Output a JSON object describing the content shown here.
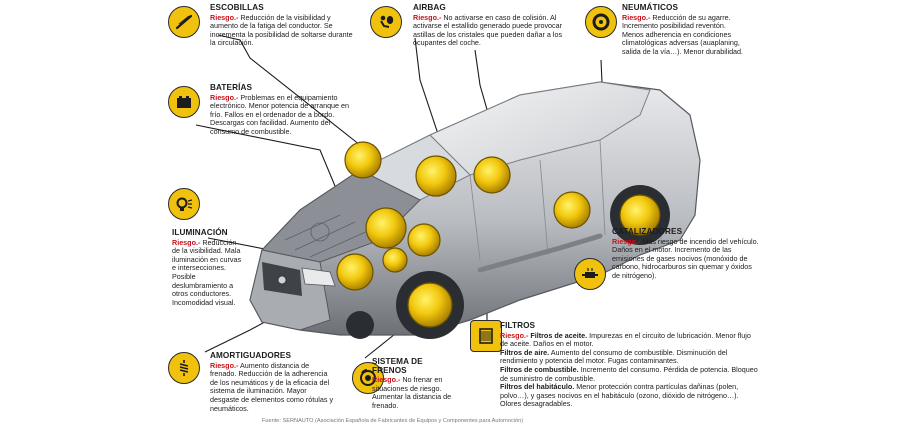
{
  "callouts": {
    "escobillas": {
      "title": "ESCOBILLAS",
      "risk": "Riesgo.-",
      "text": "Reducción de la visibilidad y aumento de la fatiga del conductor. Se incrementa la posibilidad de soltarse durante la circulación."
    },
    "airbag": {
      "title": "AIRBAG",
      "risk": "Riesgo.-",
      "text": "No activarse en caso de colisión. Al activarse el estallido generado puede provocar astillas de los cristales que pueden dañar a los ocupantes del coche."
    },
    "neumaticos": {
      "title": "NEUMÁTICOS",
      "risk": "Riesgo.-",
      "text": "Reducción de su agarre. Incremento posibilidad reventón. Menos adherencia en condiciones climatológicas adversas (auaplaning, salida de la vía…). Menor durabilidad."
    },
    "baterias": {
      "title": "BATERÍAS",
      "risk": "Riesgo.-",
      "text": "Problemas en el equipamiento electrónico. Menor potencia de arranque en frío. Fallos en el ordenador de a bordo. Descargas con facilidad. Aumento del consumo de combustible."
    },
    "iluminacion": {
      "title": "ILUMINACIÓN",
      "risk": "Riesgo.-",
      "text": "Reducción de la visibilidad. Mala iluminación en curvas e intersecciones. Posible deslumbramiento a otros conductores. Incomodidad visual."
    },
    "catalizadores": {
      "title": "CATALIZADORES",
      "risk": "Riesgo.-",
      "text": "Más riesgo de incendio del vehículo. Daños en el motor. Incremento de las emisiones de gases nocivos (monóxido de carbono, hidrocarburos sin quemar y óxidos de nitrógeno)."
    },
    "amortiguadores": {
      "title": "AMORTIGUADORES",
      "risk": "Riesgo.-",
      "text": "Aumento distancia de frenado. Reducción de la adherencia de los neumáticos y de la eficacia del sistema de iluminación. Mayor desgaste de elementos como rótulas y neumáticos."
    },
    "frenos": {
      "title": "SISTEMA DE FRENOS",
      "risk": "Riesgo.-",
      "text": "No frenar en situaciones de riesgo. Aumentar la distancia de frenado."
    },
    "filtros": {
      "title": "FILTROS",
      "risk": "Riesgo.-",
      "aceite_label": "Filtros de aceite.",
      "aceite_text": "Impurezas en el circuito de lubricación. Menor flujo de aceite. Daños en el motor.",
      "aire_label": "Filtros de aire.",
      "aire_text": "Aumento del consumo de combustible. Disminución del rendimiento y potencia del motor. Fugas contaminantes.",
      "combustible_label": "Filtros de combustible.",
      "combustible_text": "Incremento del consumo. Pérdida de potencia. Bloqueo de suministro de combustible.",
      "habitaculo_label": "Filtros del habitáculo.",
      "habitaculo_text": "Menor protección contra partículas dañinas (polen, polvo…), y gases nocivos en el habitáculo (ozono, dióxido de nitrógeno…). Olores desagradables."
    }
  },
  "source": "Fuente: SERNAUTO (Asociación Española de Fabricantes de Equipos y Componentes para Automoción)",
  "colors": {
    "accent_yellow": "#f0c20d",
    "risk_red": "#c8101a",
    "line": "#1c1c1c"
  },
  "icons": [
    "wiper-icon",
    "airbag-icon",
    "tire-icon",
    "battery-icon",
    "headlight-bulb-icon",
    "catalytic-converter-icon",
    "shock-absorber-icon",
    "brake-disc-icon",
    "filter-icon"
  ]
}
